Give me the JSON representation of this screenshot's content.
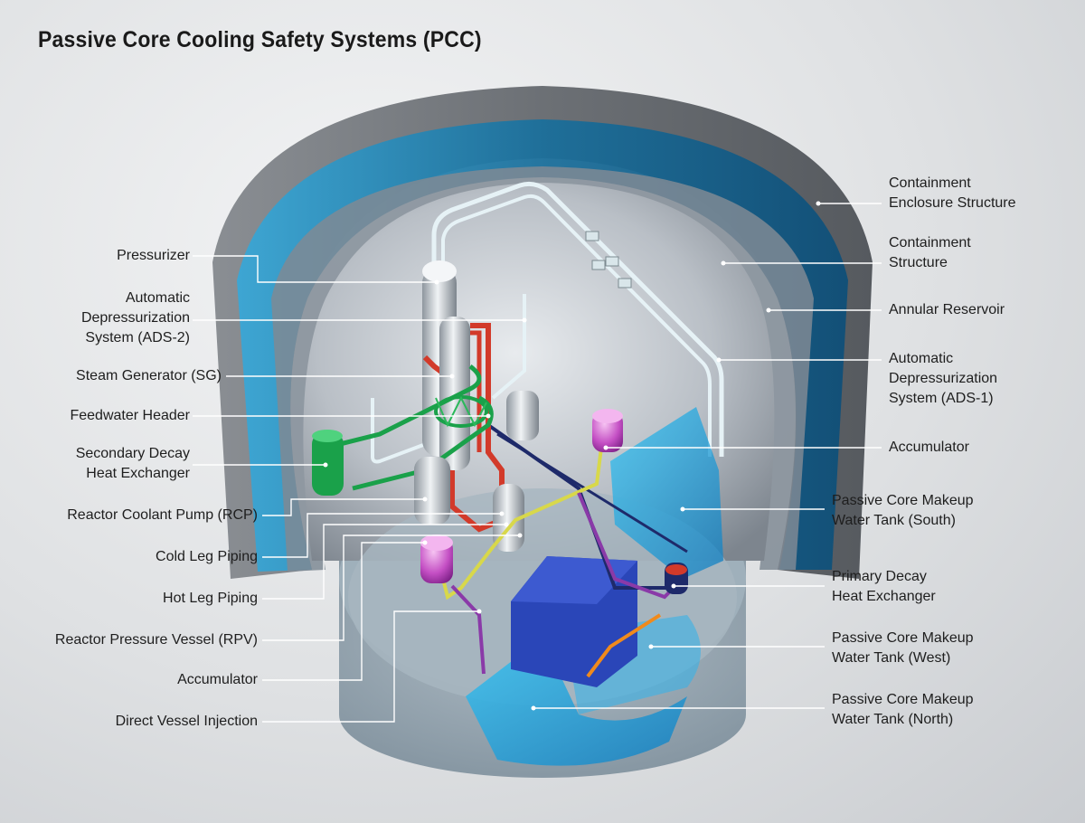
{
  "title": "Passive Core Cooling Safety Systems (PCC)",
  "colors": {
    "enclosure": "#6f7379",
    "water": "#1d8bc0",
    "inner_wall": "#c4c9cf",
    "pipe_white": "#e6f2f6",
    "pipe_red": "#d23a2a",
    "pipe_green": "#1aa14a",
    "pipe_yellow": "#d8d84a",
    "pipe_purple": "#8a3aa8",
    "pipe_navy": "#1e2a6a",
    "tank_blue": "#1a9ee0",
    "tank_dark": "#2a46b8",
    "accumulator": "#c040c0",
    "leader_line": "#ffffff"
  },
  "labels": {
    "left": [
      {
        "id": "pressurizer",
        "text": "Pressurizer"
      },
      {
        "id": "ads2",
        "text": "Automatic\nDepressurization\nSystem (ADS-2)"
      },
      {
        "id": "steam-generator",
        "text": "Steam Generator (SG)"
      },
      {
        "id": "feedwater-header",
        "text": "Feedwater Header"
      },
      {
        "id": "secondary-decay-hx",
        "text": "Secondary Decay\nHeat Exchanger"
      },
      {
        "id": "reactor-coolant-pump",
        "text": "Reactor Coolant Pump (RCP)"
      },
      {
        "id": "cold-leg-piping",
        "text": "Cold Leg Piping"
      },
      {
        "id": "hot-leg-piping",
        "text": "Hot Leg Piping"
      },
      {
        "id": "reactor-pressure-vessel",
        "text": "Reactor Pressure Vessel (RPV)"
      },
      {
        "id": "accumulator-left",
        "text": "Accumulator"
      },
      {
        "id": "direct-vessel-injection",
        "text": "Direct Vessel Injection"
      }
    ],
    "right": [
      {
        "id": "containment-enclosure",
        "text": "Containment\nEnclosure Structure"
      },
      {
        "id": "containment-structure",
        "text": "Containment\nStructure"
      },
      {
        "id": "annular-reservoir",
        "text": "Annular Reservoir"
      },
      {
        "id": "ads1",
        "text": "Automatic\nDepressurization\nSystem (ADS-1)"
      },
      {
        "id": "accumulator-right",
        "text": "Accumulator"
      },
      {
        "id": "pcmwt-south",
        "text": "Passive Core Makeup\nWater Tank (South)"
      },
      {
        "id": "primary-decay-hx",
        "text": "Primary Decay\nHeat Exchanger"
      },
      {
        "id": "pcmwt-west",
        "text": "Passive Core Makeup\nWater Tank (West)"
      },
      {
        "id": "pcmwt-north",
        "text": "Passive Core Makeup\nWater Tank (North)"
      }
    ]
  }
}
